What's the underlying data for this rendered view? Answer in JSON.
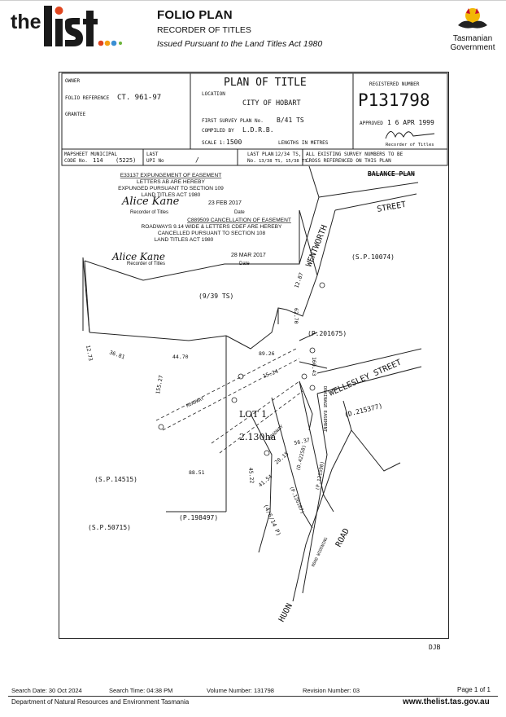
{
  "header": {
    "brand": "the list",
    "title": "FOLIO PLAN",
    "subtitle": "RECORDER OF TITLES",
    "issued": "Issued Pursuant to the Land Titles Act 1980",
    "gov_line1": "Tasmanian",
    "gov_line2": "Government"
  },
  "plan": {
    "owner_label": "OWNER",
    "folio_label": "FOLIO REFERENCE",
    "folio_value": "CT. 961-97",
    "grantee_label": "GRANTEE",
    "title": "PLAN OF TITLE",
    "location_label": "LOCATION",
    "location_value": "CITY OF HOBART",
    "fsp_label": "FIRST SURVEY PLAN No.",
    "fsp_value": "B/41 TS",
    "compiled_label": "COMPILED BY",
    "compiled_value": "L.D.R.B.",
    "scale_label": "SCALE 1:",
    "scale_value": "1500",
    "lengths": "LENGTHS IN METRES",
    "reg_label": "REGISTERED NUMBER",
    "reg_value": "P131798",
    "approved_label": "APPROVED",
    "approved_value": "1 6 APR 1999",
    "recorder_label": "Recorder of Titles",
    "mapsheet_label1": "MAPSHEET MUNICIPAL",
    "mapsheet_label2": "CODE No.",
    "mapsheet_value": "114",
    "mapsheet_value2": "(5225)",
    "last_upi_label1": "LAST",
    "last_upi_label2": "UPI No",
    "last_upi_value": "/",
    "last_plan_label1": "LAST PLAN",
    "last_plan_value1": "12/34 TS,",
    "last_plan_label2": "No.",
    "last_plan_value2": "13/38 TS, 15/38 TS.",
    "existing1": "ALL EXISTING SURVEY NUMBERS TO BE",
    "existing2": "CROSS REFERENCED ON THIS PLAN",
    "balance_plan": "BALANCE PLAN",
    "note1": {
      "l1": "E33137 EXPUNGEMENT OF EASEMENT",
      "l2": "LETTERS AB ARE HEREBY",
      "l3": "EXPUNGED PURSUANT TO SECTION 109",
      "l4": "LAND TITLES ACT 1980",
      "signature": "Alice Kane",
      "date": "23 FEB 2017",
      "rec": "Recorder of Titles",
      "date_label": "Date"
    },
    "note2": {
      "l1": "C889509 CANCELLATION OF EASEMENT",
      "l2": "ROADWAYS 9.14 WIDE & LETTERS CDEF ARE HEREBY",
      "l3": "CANCELLED PURSUANT TO SECTION 108",
      "l4": "LAND TITLES ACT 1980",
      "signature": "Alice Kane",
      "date": "28 MAR 2017",
      "rec": "Recorder of Titles",
      "date_label": "Date"
    },
    "streets": {
      "wentworth": "WENTWORTH",
      "street1": "STREET",
      "wellesley": "WELLESLEY STREET",
      "road": "ROAD",
      "huon": "HUON",
      "road_widening": "ROAD WIDENING"
    },
    "refs": {
      "sp10074": "(S.P.10074)",
      "p201675": "(P.201675)",
      "r913": "(9/39 TS)",
      "d215377": "(D.215377)",
      "sp14515": "(S.P.14515)",
      "sp50715": "(S.P.50715)",
      "p198497": "(P.198497)",
      "p121590": "(P.121590)",
      "d42258": "(D.42258)",
      "p126167": "(P.126167)",
      "r41614": "(4/6/14 P)"
    },
    "lot": "LOT 1.",
    "area": "2.130ha",
    "dims": {
      "d1": "12.73",
      "d2": "36.81",
      "d3": "44.70",
      "d4": "89.26",
      "d5": "62.70",
      "d6": "160.43",
      "d7": "155.27",
      "d8": "88.51",
      "d9": "45.22",
      "d10": "41.54",
      "d11": "20.15",
      "d12": "56.37",
      "d13": "12.87",
      "d14": "15.24"
    },
    "roadway": "ROADWAY",
    "drain": "DRAINAGE EASEMENT",
    "djb": "DJB"
  },
  "footer": {
    "search_date": "Search Date: 30 Oct 2024",
    "search_time": "Search Time: 04:38 PM",
    "volume": "Volume Number: 131798",
    "revision": "Revision Number: 03",
    "page": "Page 1 of 1",
    "dept": "Department of Natural Resources and Environment Tasmania",
    "site": "www.thelist.tas.gov.au"
  }
}
